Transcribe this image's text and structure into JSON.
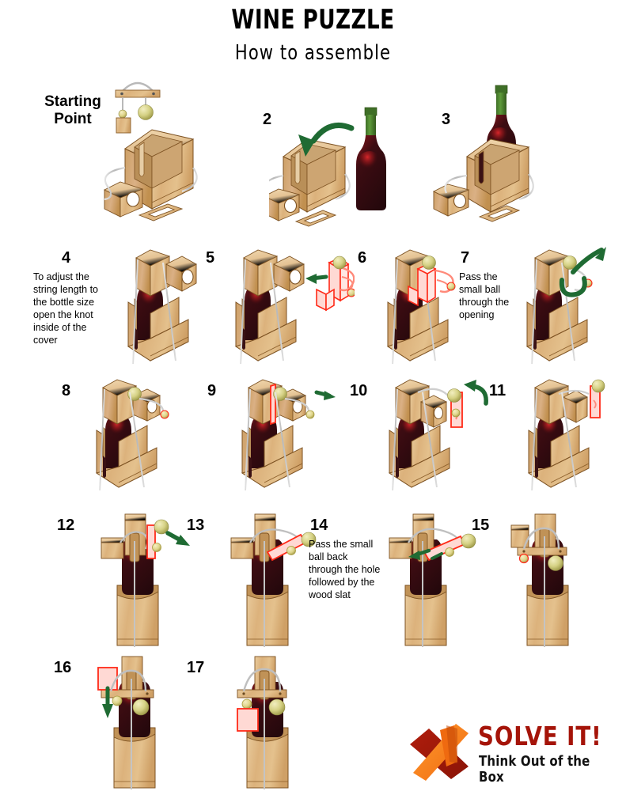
{
  "header": {
    "title": "WINE PUZZLE",
    "subtitle": "How to assemble"
  },
  "palette": {
    "wood_light": "#e9c99a",
    "wood_mid": "#d8a96c",
    "wood_dark": "#b9833f",
    "wood_edge": "#8a5c28",
    "bottle_glass_dark": "#2a0d10",
    "bottle_glass_mid": "#5d1016",
    "bottle_highlight": "#d8252a",
    "bottle_neck_green": "#4f8a33",
    "bottle_neck_green_dark": "#2f5c1d",
    "ball_large": "#d8d489",
    "ball_large_shade": "#a8a450",
    "ball_small": "#e8d88a",
    "string": "#cfcfcf",
    "highlight_red": "#ff2a18",
    "highlight_red_fill": "#ffd9d4",
    "arrow_green": "#1f6b33",
    "logo_red": "#a51409",
    "logo_orange": "#f4781f",
    "logo_dark_red": "#9e1b0e",
    "background": "#ffffff",
    "text": "#000000"
  },
  "starting": {
    "label": "Starting\nPoint"
  },
  "steps": [
    {
      "number": "2",
      "text": ""
    },
    {
      "number": "3",
      "text": ""
    },
    {
      "number": "4",
      "text": "To adjust the\nstring length to\nthe bottle size\nopen the knot\ninside of the\ncover"
    },
    {
      "number": "5",
      "text": ""
    },
    {
      "number": "6",
      "text": ""
    },
    {
      "number": "7",
      "text": "Pass the\nsmall ball\nthrough the\nopening"
    },
    {
      "number": "8",
      "text": ""
    },
    {
      "number": "9",
      "text": ""
    },
    {
      "number": "10",
      "text": ""
    },
    {
      "number": "11",
      "text": ""
    },
    {
      "number": "12",
      "text": ""
    },
    {
      "number": "13",
      "text": ""
    },
    {
      "number": "14",
      "text": "Pass the small\nball back\nthrough the hole\nfollowed by the\nwood slat"
    },
    {
      "number": "15",
      "text": ""
    },
    {
      "number": "16",
      "text": ""
    },
    {
      "number": "17",
      "text": ""
    }
  ],
  "logo": {
    "brand": "SOLVE  IT!",
    "tagline": "Think Out of the Box"
  }
}
